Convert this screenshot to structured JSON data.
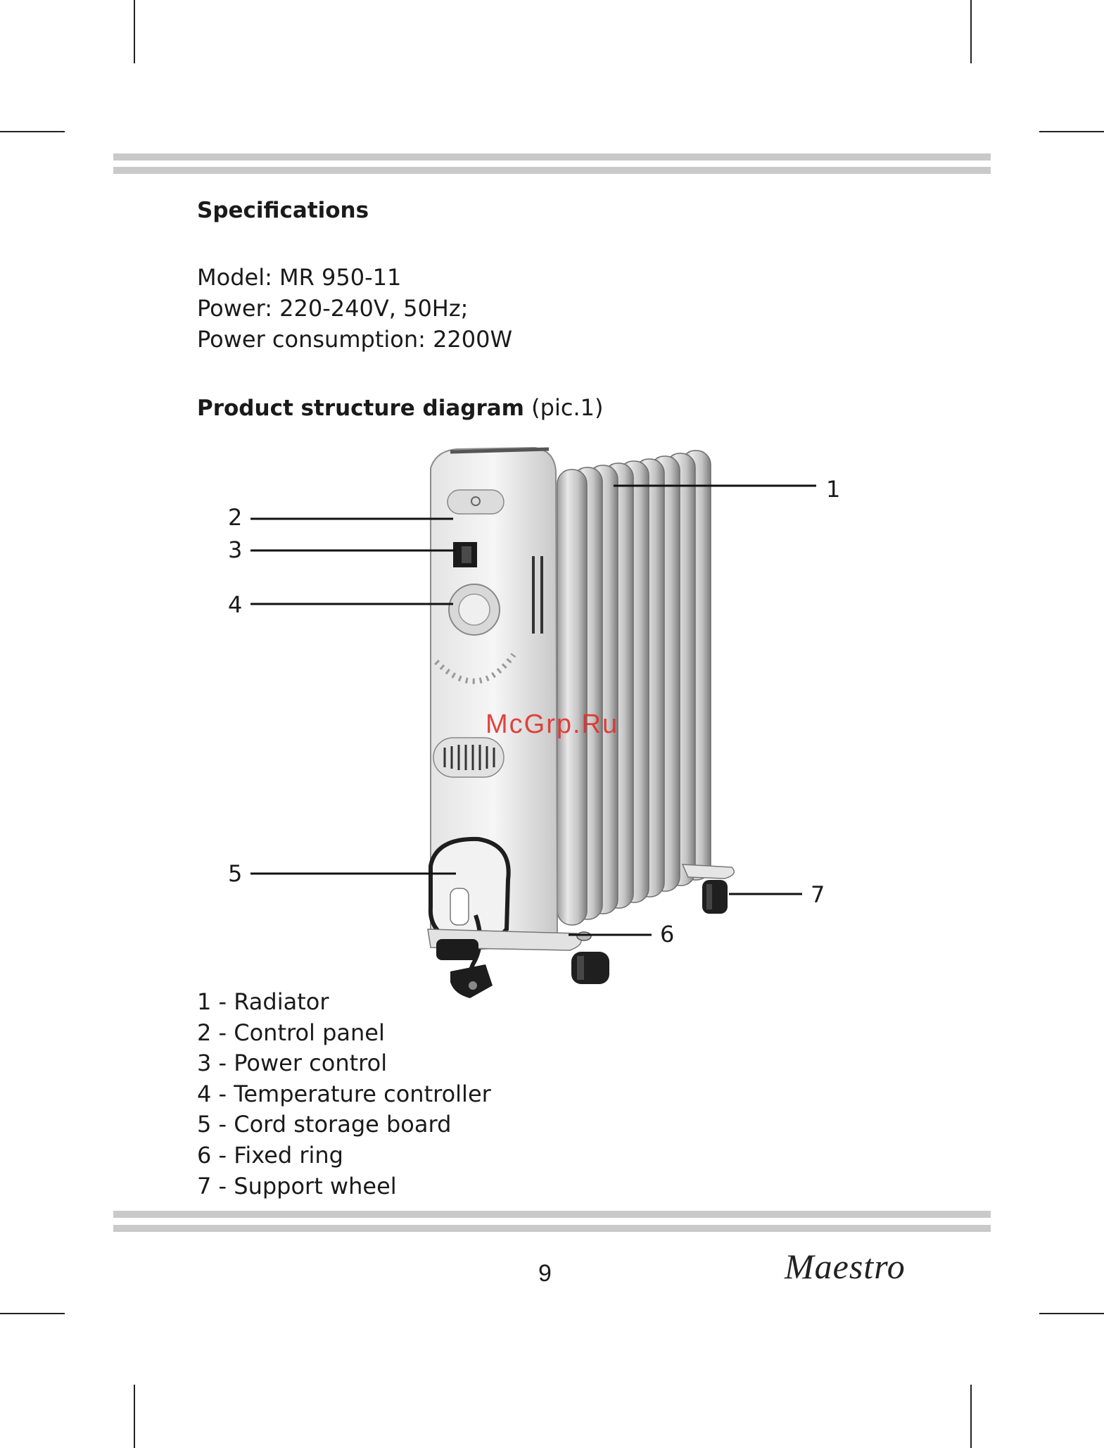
{
  "specifications": {
    "heading": "Specifications",
    "model": "Model:  MR 950-11",
    "power": "Power: 220-240V, 50Hz;",
    "consumption": "Power consumption: 2200W"
  },
  "diagram_section": {
    "heading_bold": "Product structure diagram",
    "heading_suffix": " (pic.1)"
  },
  "callouts": [
    "1",
    "2",
    "3",
    "4",
    "5",
    "6",
    "7"
  ],
  "legend": [
    "1 - Radiator",
    "2 - Control panel",
    "3 - Power control",
    "4 - Temperature controller",
    "5 - Cord storage board",
    "6 - Fixed ring",
    "7 - Support wheel"
  ],
  "watermark": "McGrp.Ru",
  "footer": {
    "page_number": "9",
    "brand": "Maestro"
  }
}
